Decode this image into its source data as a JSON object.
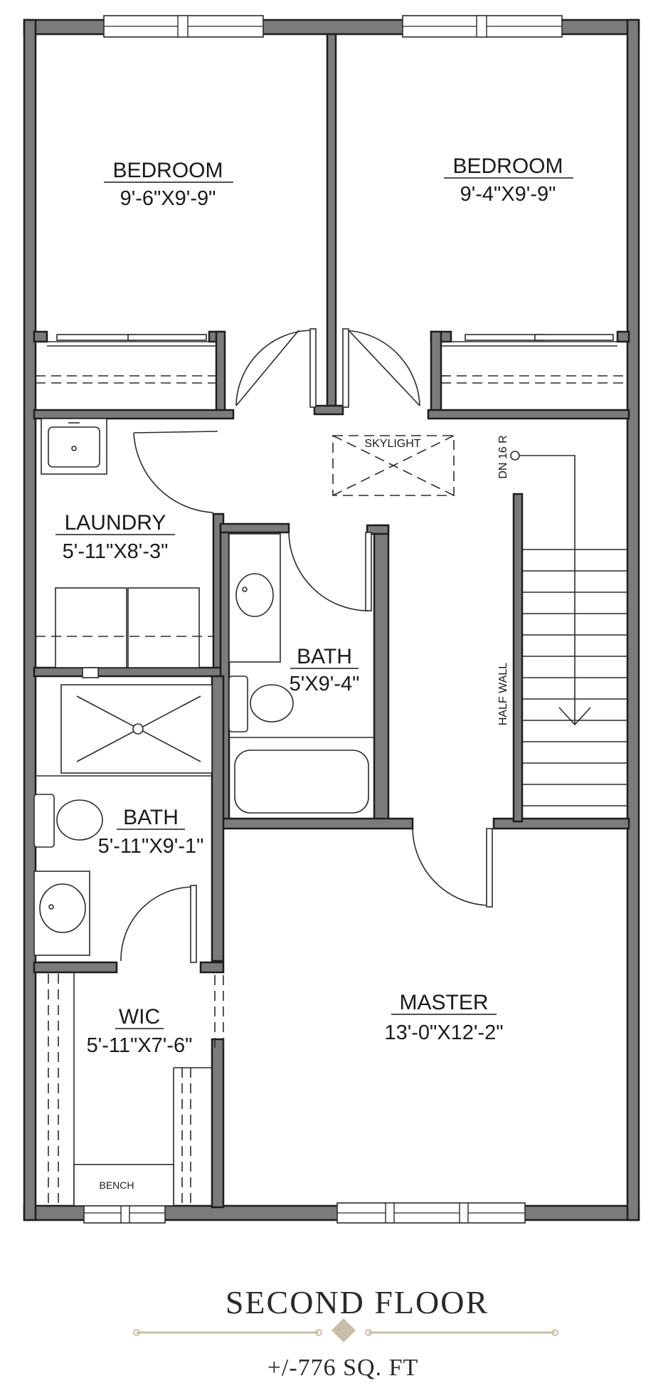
{
  "rooms": {
    "bedroom_left": {
      "name": "BEDROOM",
      "dims": "9'-6\"X9'-9\""
    },
    "bedroom_right": {
      "name": "BEDROOM",
      "dims": "9'-4\"X9'-9\""
    },
    "laundry": {
      "name": "LAUNDRY",
      "dims": "5'-11\"X8'-3\""
    },
    "bath_center": {
      "name": "BATH",
      "dims": "5'X9'-4\""
    },
    "bath_left": {
      "name": "BATH",
      "dims": "5'-11\"X9'-1\""
    },
    "wic": {
      "name": "WIC",
      "dims": "5'-11\"X7'-6\""
    },
    "master": {
      "name": "MASTER",
      "dims": "13'-0\"X12'-2\""
    }
  },
  "annotations": {
    "skylight": "SKYLIGHT",
    "stairs": "DN 16 R",
    "half_wall": "HALF WALL",
    "bench": "BENCH"
  },
  "footer": {
    "title": "SECOND FLOOR",
    "area": "+/-776 SQ. FT"
  },
  "colors": {
    "wall_fill": "#7b7b7b",
    "line": "#2b2b2b",
    "ornament": "#c9bfa8"
  }
}
